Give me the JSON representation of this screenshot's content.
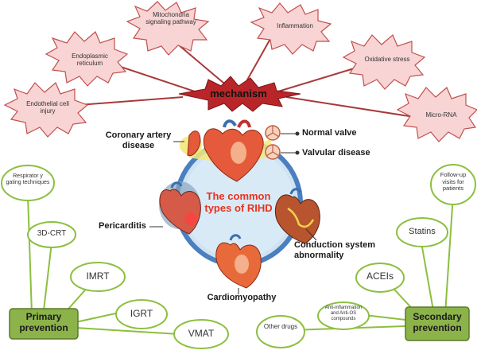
{
  "mechanism": {
    "label": "mechanism",
    "items": [
      {
        "id": "mitochondria",
        "label": "Mitochondria signaling pathway"
      },
      {
        "id": "inflammation",
        "label": "Inflammation"
      },
      {
        "id": "er",
        "label": "Endoplasmic reticulum"
      },
      {
        "id": "oxidative",
        "label": "Oxidative stress"
      },
      {
        "id": "endothelial",
        "label": "Endothelial cell injury"
      },
      {
        "id": "microrna",
        "label": "Micro-RNA"
      }
    ]
  },
  "center": {
    "title_line1": "The common",
    "title_line2": "types of RIHD"
  },
  "rihd_types": {
    "coronary_line1": "Coronary artery",
    "coronary_line2": "disease",
    "normal_valve": "Normal valve",
    "valvular": "Valvular  disease",
    "pericarditis": "Pericarditis",
    "conduction_line1": "Conduction system",
    "conduction_line2": "abnormality",
    "cardiomyopathy": "Cardiomyopathy"
  },
  "primary": {
    "line1": "Primary",
    "line2": "prevention",
    "items": {
      "respiratory": "Respirator y gating techniques",
      "crt": "3D-CRT",
      "imrt": "IMRT",
      "igrt": "IGRT",
      "vmat": "VMAT"
    }
  },
  "secondary": {
    "line1": "Secondary",
    "line2": "prevention",
    "items": {
      "followup": "Follow-up visits for patients",
      "statins": "Statins",
      "aceis": "ACEIs",
      "anti": "Anti-inflammation and Anti-OS compounds",
      "other": "Other drugs"
    }
  },
  "colors": {
    "star_fill": "#f8d4d4",
    "star_stroke": "#c0504d",
    "mech_fill": "#b8262a",
    "oval_fill": "#ffffff",
    "oval_stroke": "#8cbf3f",
    "box_fill": "#8cb34a",
    "box_stroke": "#5a7a2a",
    "circle_fill": "#cfe3f3",
    "circle_stroke": "#4a7fc0",
    "title_red": "#e8321e"
  }
}
